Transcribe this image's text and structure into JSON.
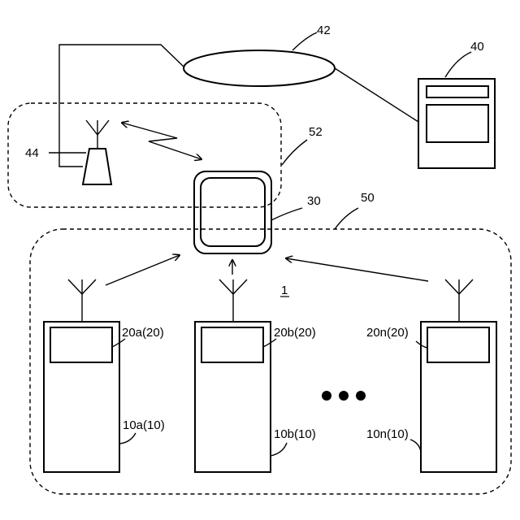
{
  "labels": {
    "network": "42",
    "server": "40",
    "base_station": "44",
    "region_52": "52",
    "gateway": "30",
    "region_50": "50",
    "system": "1",
    "sensor_a": "20a(20)",
    "sensor_b": "20b(20)",
    "sensor_n": "20n(20)",
    "device_a": "10a(10)",
    "device_b": "10b(10)",
    "device_n": "10n(10)"
  }
}
